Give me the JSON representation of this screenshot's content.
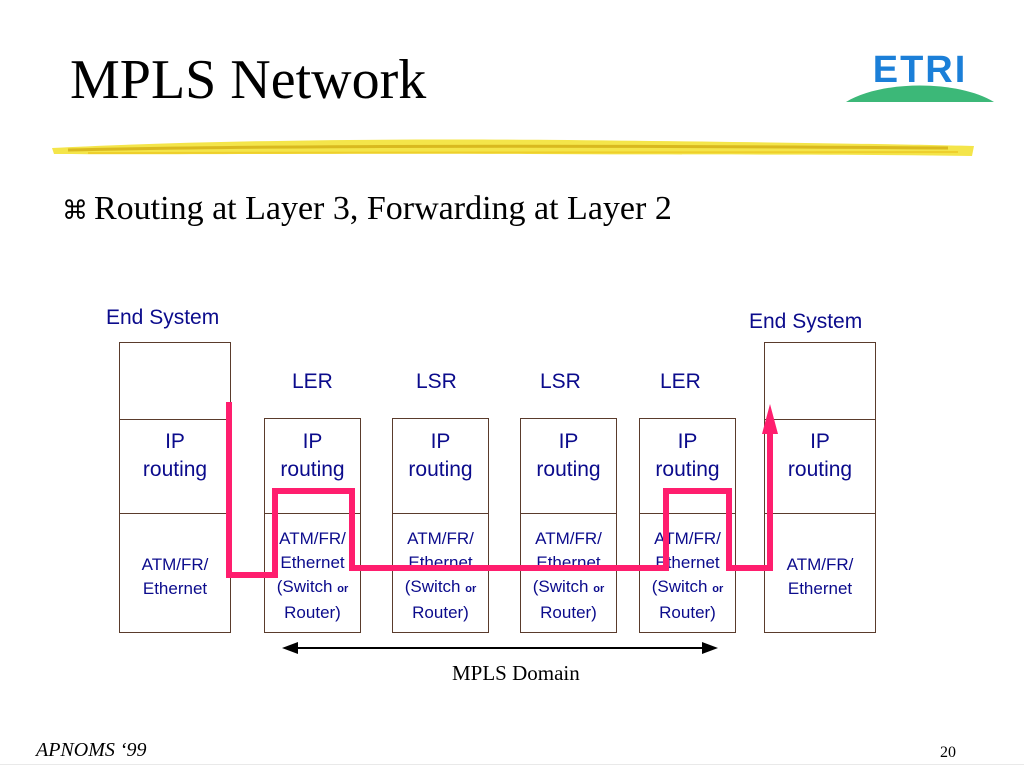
{
  "slide": {
    "title": "MPLS Network",
    "bullet_glyph": "⌘",
    "bullet": "Routing at Layer 3,  Forwarding at Layer 2",
    "logo_text": "ETRI",
    "footer_left": "APNOMS ‘99",
    "page_number": "20"
  },
  "diagram": {
    "end_system_left": "End System",
    "end_system_right": "End System",
    "node_labels": [
      "LER",
      "LSR",
      "LSR",
      "LER"
    ],
    "ip_routing": [
      "IP",
      "routing"
    ],
    "host_l2": [
      "ATM/FR/",
      "Ethernet"
    ],
    "node_l2": [
      "ATM/FR/",
      "Ethernet",
      "(Switch ",
      "or",
      " Router)"
    ],
    "domain_label": "MPLS Domain",
    "colors": {
      "path": "#ff1e6e",
      "text": "#0b0b8c",
      "box_border": "#5a3b2c"
    }
  }
}
